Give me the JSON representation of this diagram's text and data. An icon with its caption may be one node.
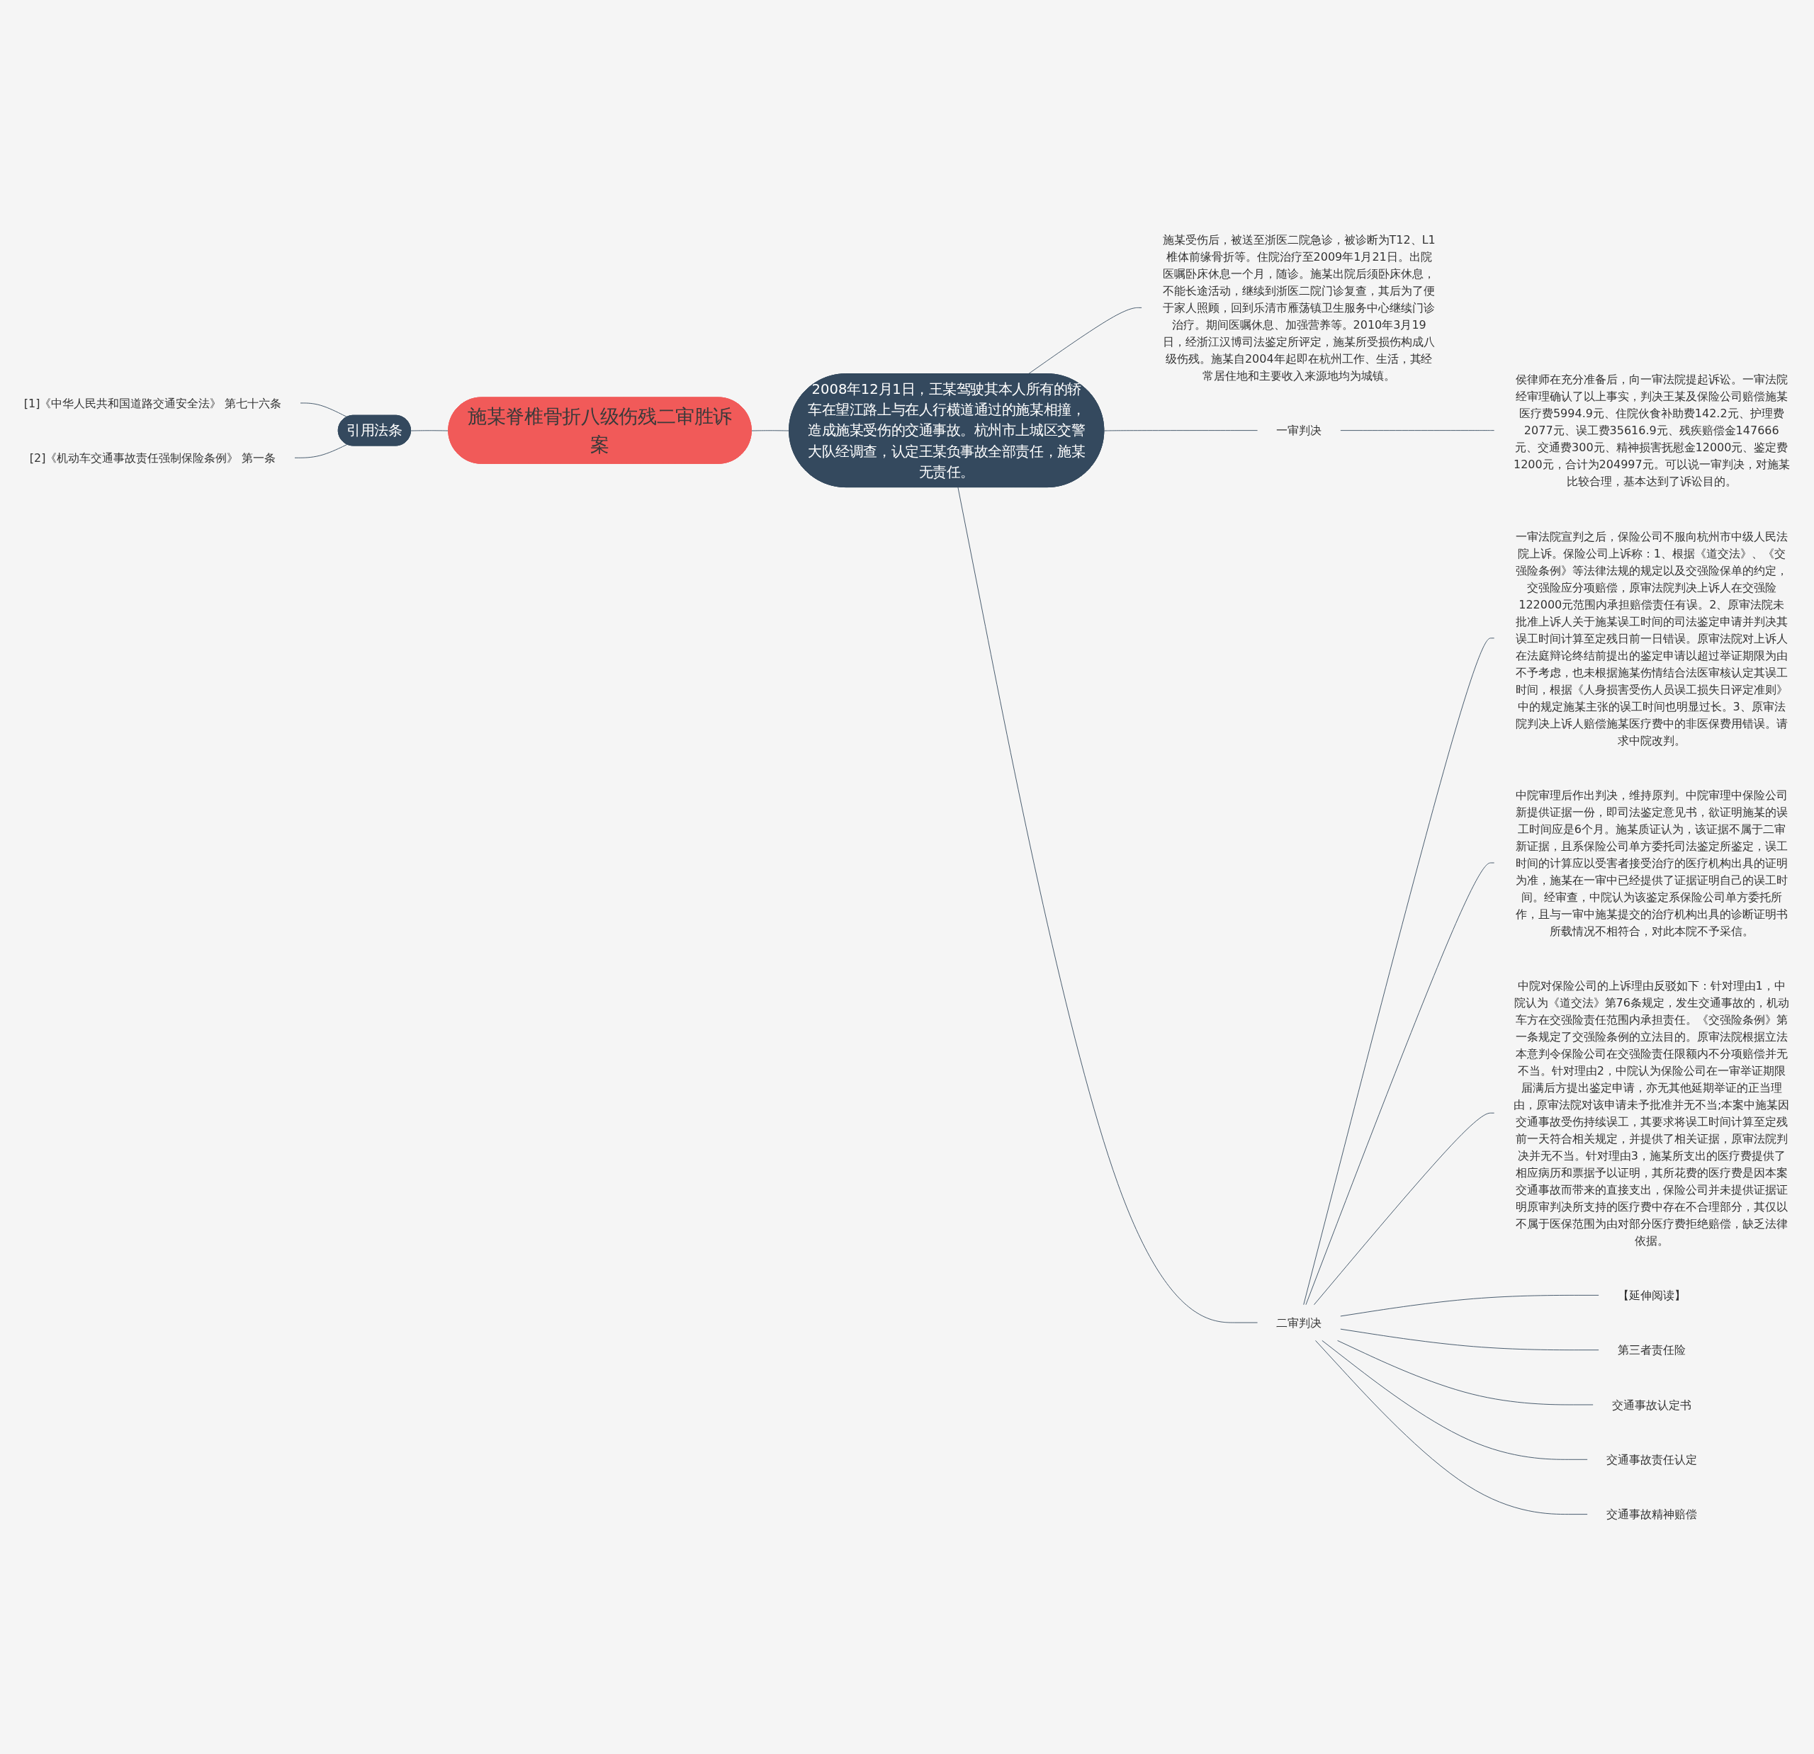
{
  "diagram": {
    "nodes": [
      {
        "text": [
          "施某脊椎骨折八级伤残二审胜诉案"
        ]
      },
      {
        "text": [
          "引用法条"
        ]
      },
      {
        "text": [
          "[1]《中华人民共和国道路交通安全法》 第七十六条"
        ]
      },
      {
        "text": [
          "[2]《机动车交通事故责任强制保险条例》 第一条"
        ]
      },
      {
        "text": [
          "2008年12月1日，王某驾驶其本人所有的轿车在望江路上与在人行横道通过的施某相撞，造成施某受伤的交通事故。杭州市上城区交警大队经调查，认定王某负事故全部责任，施某无责任。"
        ]
      },
      {
        "text": [
          "施某受伤后，被送至浙医二院急诊，被诊断为T12、L1椎体前缘骨折等。住院治疗至2009年1月21日。出院医嘱卧床休息一个月，随诊。施某出院后须卧床休息，不能长途活动，继续到浙医二院门诊复查，其后为了便于家人照顾，回到乐清市雁荡镇卫生服务中心继续门诊治疗。期间医嘱休息、加强营养等。2010年3月19日，经浙江汉博司法鉴定所评定，施某所受损伤构成八级伤残。施某自2004年起即在杭州工作、生活，其经常居住地和主要收入来源地均为城镇。"
        ]
      },
      {
        "text": [
          "一审判决"
        ]
      },
      {
        "text": [
          "侯律师在充分准备后，向一审法院提起诉讼。一审法院经审理确认了以上事实，判决王某及保险公司赔偿施某医疗费5994.9元、住院伙食补助费142.2元、护理费2077元、误工费35616.9元、残疾赔偿金147666元、交通费300元、精神损害抚慰金12000元、鉴定费1200元，合计为204997元。可以说一审判决，对施某比较合理，基本达到了诉讼目的。"
        ]
      },
      {
        "text": [
          "二审判决"
        ]
      },
      {
        "text": [
          "一审法院宣判之后，保险公司不服向杭州市中级人民法院上诉。保险公司上诉称：1、根据《道交法》、《交强险条例》等法律法规的规定以及交强险保单的约定，交强险应分项赔偿，原审法院判决上诉人在交强险122000元范围内承担赔偿责任有误。2、原审法院未批准上诉人关于施某误工时间的司法鉴定申请并判决其误工时间计算至定残日前一日错误。原审法院对上诉人在法庭辩论终结前提出的鉴定申请以超过举证期限为由不予考虑，也未根据施某伤情结合法医审核认定其误工时间，根据《人身损害受伤人员误工损失日评定准则》中的规定施某主张的误工时间也明显过长。3、原审法院判决上诉人赔偿施某医疗费中的非医保费用错误。请求中院改判。"
        ]
      },
      {
        "text": [
          "中院审理后作出判决，维持原判。中院审理中保险公司新提供证据一份，即司法鉴定意见书，欲证明施某的误工时间应是6个月。施某质证认为，该证据不属于二审新证据，且系保险公司单方委托司法鉴定所鉴定，误工时间的计算应以受害者接受治疗的医疗机构出具的证明为准，施某在一审中已经提供了证据证明自己的误工时间。经审查，中院认为该鉴定系保险公司单方委托所作，且与一审中施某提交的治疗机构出具的诊断证明书所载情况不相符合，对此本院不予采信。"
        ]
      },
      {
        "text": [
          "中院对保险公司的上诉理由反驳如下：针对理由1，中院认为《道交法》第76条规定，发生交通事故的，机动车方在交强险责任范围内承担责任。《交强险条例》第一条规定了交强险条例的立法目的。原审法院根据立法本意判令保险公司在交强险责任限额内不分项赔偿并无不当。针对理由2，中院认为保险公司在一审举证期限届满后方提出鉴定申请，亦无其他延期举证的正当理由，原审法院对该申请未予批准并无不当;本案中施某因交通事故受伤持续误工，其要求将误工时间计算至定残前一天符合相关规定，并提供了相关证据，原审法院判决并无不当。针对理由3，施某所支出的医疗费提供了相应病历和票据予以证明，其所花费的医疗费是因本案交通事故而带来的直接支出，保险公司并未提供证据证明原审判决所支持的医疗费中存在不合理部分，其仅以不属于医保范围为由对部分医疗费拒绝赔偿，缺乏法律依据。"
        ]
      },
      {
        "text": [
          "【延伸阅读】"
        ]
      },
      {
        "text": [
          "第三者责任险"
        ]
      },
      {
        "text": [
          "交通事故认定书"
        ]
      },
      {
        "text": [
          "交通事故责任认定"
        ]
      },
      {
        "text": [
          "交通事故精神赔偿"
        ]
      }
    ],
    "edges": [
      {
        "from": 2,
        "to": 1,
        "arrow": "none"
      },
      {
        "from": 3,
        "to": 1,
        "arrow": "none"
      },
      {
        "from": 1,
        "to": 0,
        "arrow": "none"
      },
      {
        "from": 0,
        "to": 4,
        "arrow": "none"
      },
      {
        "from": 4,
        "to": 5,
        "arrow": "none"
      },
      {
        "from": 4,
        "to": 6,
        "arrow": "none"
      },
      {
        "from": 6,
        "to": 7,
        "arrow": "none"
      },
      {
        "from": 4,
        "to": 8,
        "arrow": "none"
      },
      {
        "from": 8,
        "to": 9,
        "arrow": "none"
      },
      {
        "from": 8,
        "to": 10,
        "arrow": "none"
      },
      {
        "from": 8,
        "to": 11,
        "arrow": "none"
      },
      {
        "from": 8,
        "to": 12,
        "arrow": "none"
      },
      {
        "from": 8,
        "to": 13,
        "arrow": "none"
      },
      {
        "from": 8,
        "to": 14,
        "arrow": "none"
      },
      {
        "from": 8,
        "to": 15,
        "arrow": "none"
      },
      {
        "from": 8,
        "to": 16,
        "arrow": "none"
      }
    ]
  }
}
